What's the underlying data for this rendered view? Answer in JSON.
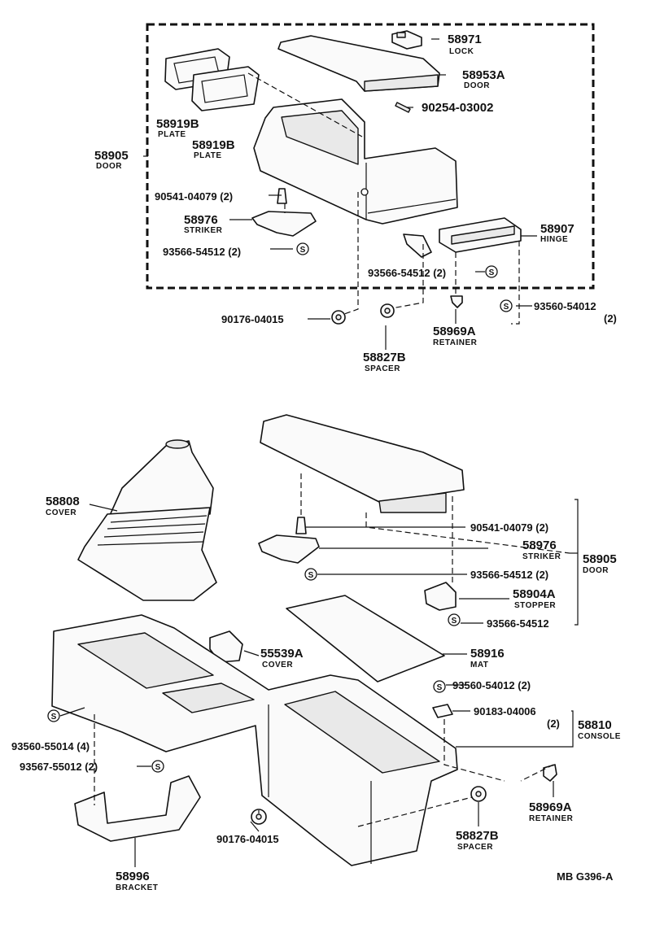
{
  "diagram_code": "MB G396-A",
  "callouts": {
    "lock": {
      "number": "58971",
      "name": "LOCK"
    },
    "door_top": {
      "number": "58953A",
      "name": "DOOR"
    },
    "screw_top": {
      "number": "90254-03002"
    },
    "plate_a": {
      "number": "58919B",
      "name": "PLATE"
    },
    "plate_b": {
      "number": "58919B",
      "name": "PLATE"
    },
    "door_assy_top": {
      "number": "58905",
      "name": "DOOR"
    },
    "pin_top": {
      "number": "90541-04079 (2)"
    },
    "striker_top": {
      "number": "58976",
      "name": "STRIKER"
    },
    "screw_striker_top": {
      "number": "93566-54512 (2)"
    },
    "hinge": {
      "number": "58907",
      "name": "HINGE"
    },
    "screw_hinge": {
      "number": "93566-54512 (2)"
    },
    "nut_top": {
      "number": "90176-04015"
    },
    "retainer_top": {
      "number": "58969A",
      "name": "RETAINER"
    },
    "screw_right_top": {
      "number": "93560-54012",
      "qty": "(2)"
    },
    "spacer_top": {
      "number": "58827B",
      "name": "SPACER"
    },
    "shift_cover": {
      "number": "58808",
      "name": "COVER"
    },
    "pin_bottom": {
      "number": "90541-04079 (2)"
    },
    "striker_bottom": {
      "number": "58976",
      "name": "STRIKER"
    },
    "screw_striker_bottom": {
      "number": "93566-54512 (2)"
    },
    "door_assy_bottom": {
      "number": "58905",
      "name": "DOOR"
    },
    "stopper": {
      "number": "58904A",
      "name": "STOPPER"
    },
    "screw_stopper": {
      "number": "93566-54512"
    },
    "switch_cover": {
      "number": "55539A",
      "name": "COVER"
    },
    "mat": {
      "number": "58916",
      "name": "MAT"
    },
    "screw_mat": {
      "number": "93560-54012 (2)"
    },
    "clip": {
      "number": "90183-04006",
      "qty": "(2)"
    },
    "console": {
      "number": "58810",
      "name": "CONSOLE"
    },
    "screw_left_a": {
      "number": "93560-55014 (4)"
    },
    "screw_left_b": {
      "number": "93567-55012 (2)"
    },
    "retainer_bottom": {
      "number": "58969A",
      "name": "RETAINER"
    },
    "spacer_bottom": {
      "number": "58827B",
      "name": "SPACER"
    },
    "nut_bottom": {
      "number": "90176-04015"
    },
    "bracket": {
      "number": "58996",
      "name": "BRACKET"
    }
  },
  "symbol_letter": "S"
}
